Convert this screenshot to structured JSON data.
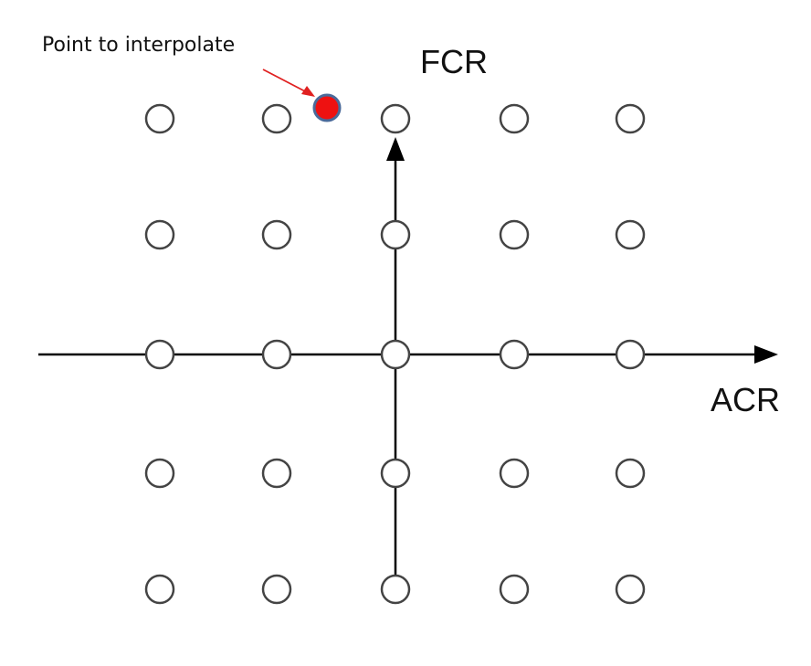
{
  "annotation": {
    "text": "Point to interpolate"
  },
  "axes": {
    "horizontal_label": "ACR",
    "vertical_label": "FCR"
  },
  "grid": {
    "columns": 5,
    "rows": 5
  },
  "interpolation_point": {
    "fill_color": "#ee1111",
    "stroke_color": "#4a6a9a"
  },
  "annotation_arrow_color": "#e02020"
}
